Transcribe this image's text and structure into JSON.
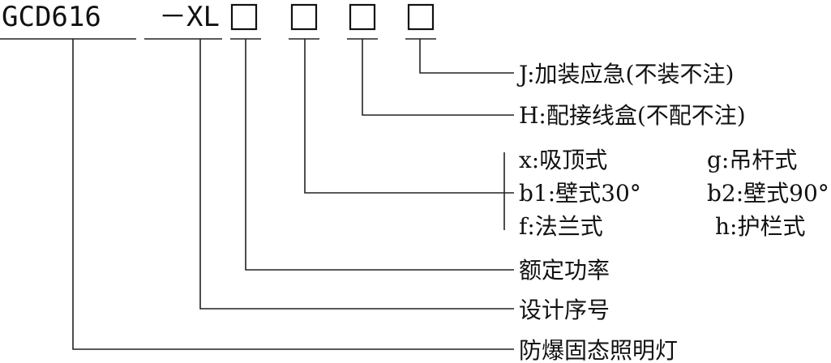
{
  "model": {
    "prefix": "GCD616",
    "suffix": "－XL"
  },
  "options": {
    "j": "J:加装应急(不装不注)",
    "h": "H:配接线盒(不配不注)",
    "x": "x:吸顶式",
    "g": "g:吊杆式",
    "b1": "b1:壁式30°",
    "b2": "b2:壁式90°",
    "f": "f:法兰式",
    "hr": "h:护栏式",
    "power": "额定功率",
    "design": "设计序号",
    "product": "防爆固态照明灯"
  }
}
